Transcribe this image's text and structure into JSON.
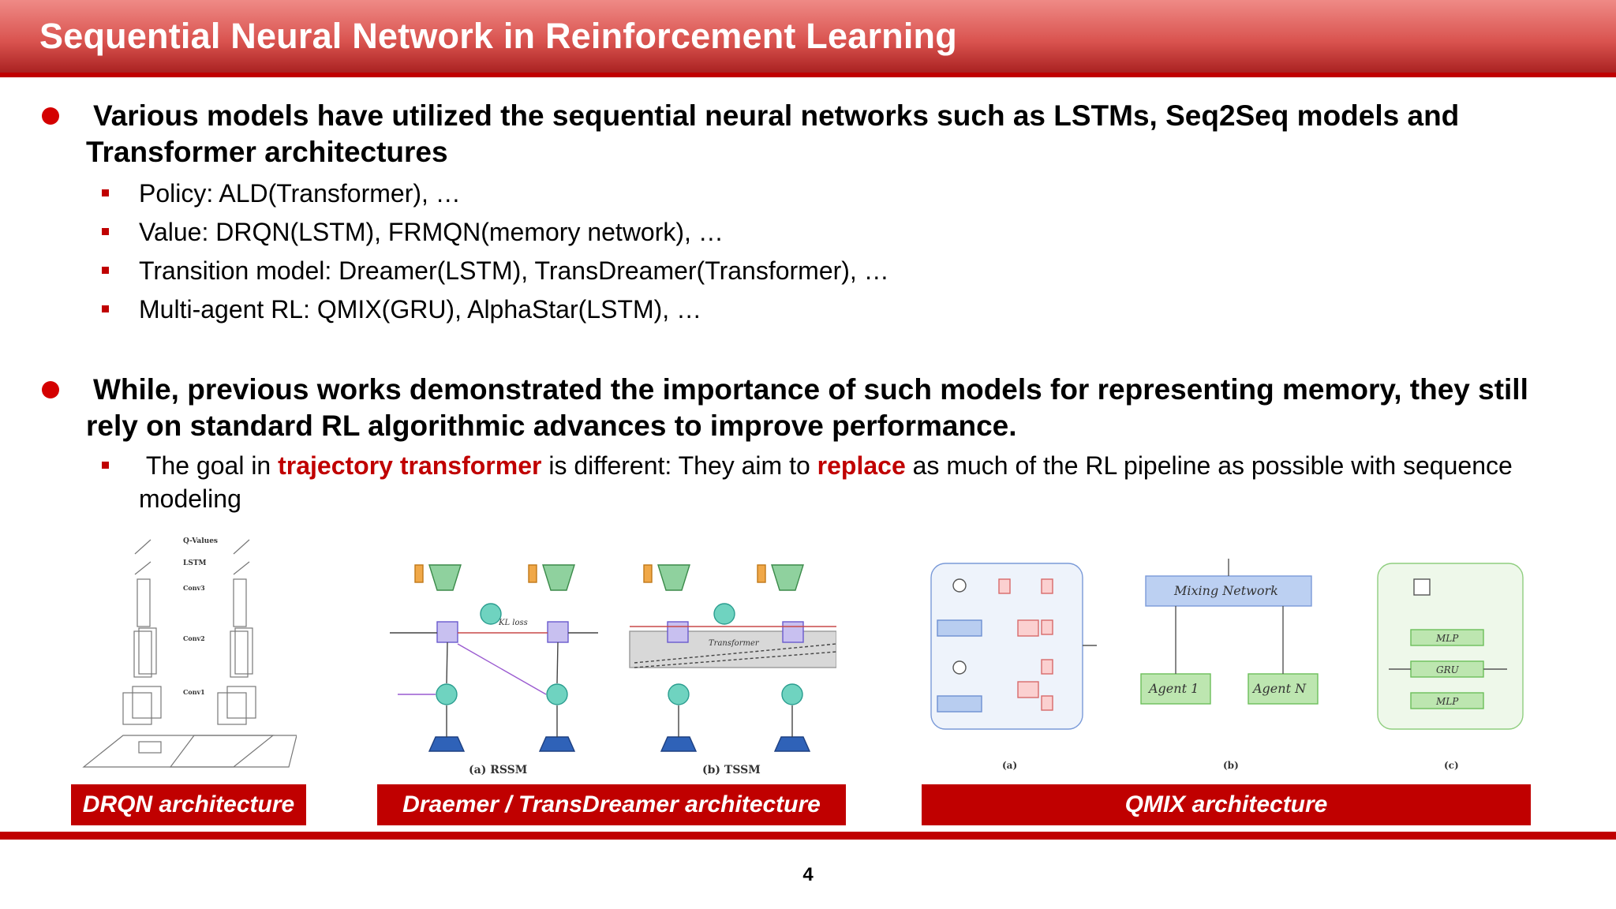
{
  "slide": {
    "title": "Sequential Neural Network in Reinforcement Learning",
    "page_number": "4",
    "accent_color": "#c00000"
  },
  "bullets": [
    {
      "text": "Various models have utilized the sequential neural networks such as LSTMs, Seq2Seq models and Transformer architectures",
      "sub": [
        "Policy: ALD(Transformer), …",
        "Value: DRQN(LSTM), FRMQN(memory network), …",
        "Transition model: Dreamer(LSTM), TransDreamer(Transformer), …",
        "Multi-agent RL: QMIX(GRU), AlphaStar(LSTM), …"
      ]
    },
    {
      "text": "While, previous works demonstrated the importance of such models for representing memory, they still rely on standard RL algorithmic advances to improve performance.",
      "sub_rich": {
        "part1": "The goal in ",
        "highlight1": "trajectory transformer",
        "part2": " is different: They aim to ",
        "highlight2": "replace",
        "part3": " as much of the RL pipeline as possible with sequence modeling"
      }
    }
  ],
  "figures": {
    "drqn": {
      "layers": [
        "Q-Values",
        "LSTM",
        "Conv3",
        "Conv2",
        "Conv1"
      ],
      "caption": "DRQN architecture"
    },
    "dreamer": {
      "rssm_label": "(a) RSSM",
      "tssm_label": "(b) TSSM",
      "kl_label": "KL loss",
      "transformer_label": "Transformer",
      "caption": "Draemer / TransDreamer architecture"
    },
    "qmix": {
      "mixing_label": "Mixing Network",
      "agent1_label": "Agent 1",
      "agentn_label": "Agent N",
      "mlp_label": "MLP",
      "gru_label": "GRU",
      "sub_a": "(a)",
      "sub_b": "(b)",
      "sub_c": "(c)",
      "caption": "QMIX architecture"
    }
  }
}
